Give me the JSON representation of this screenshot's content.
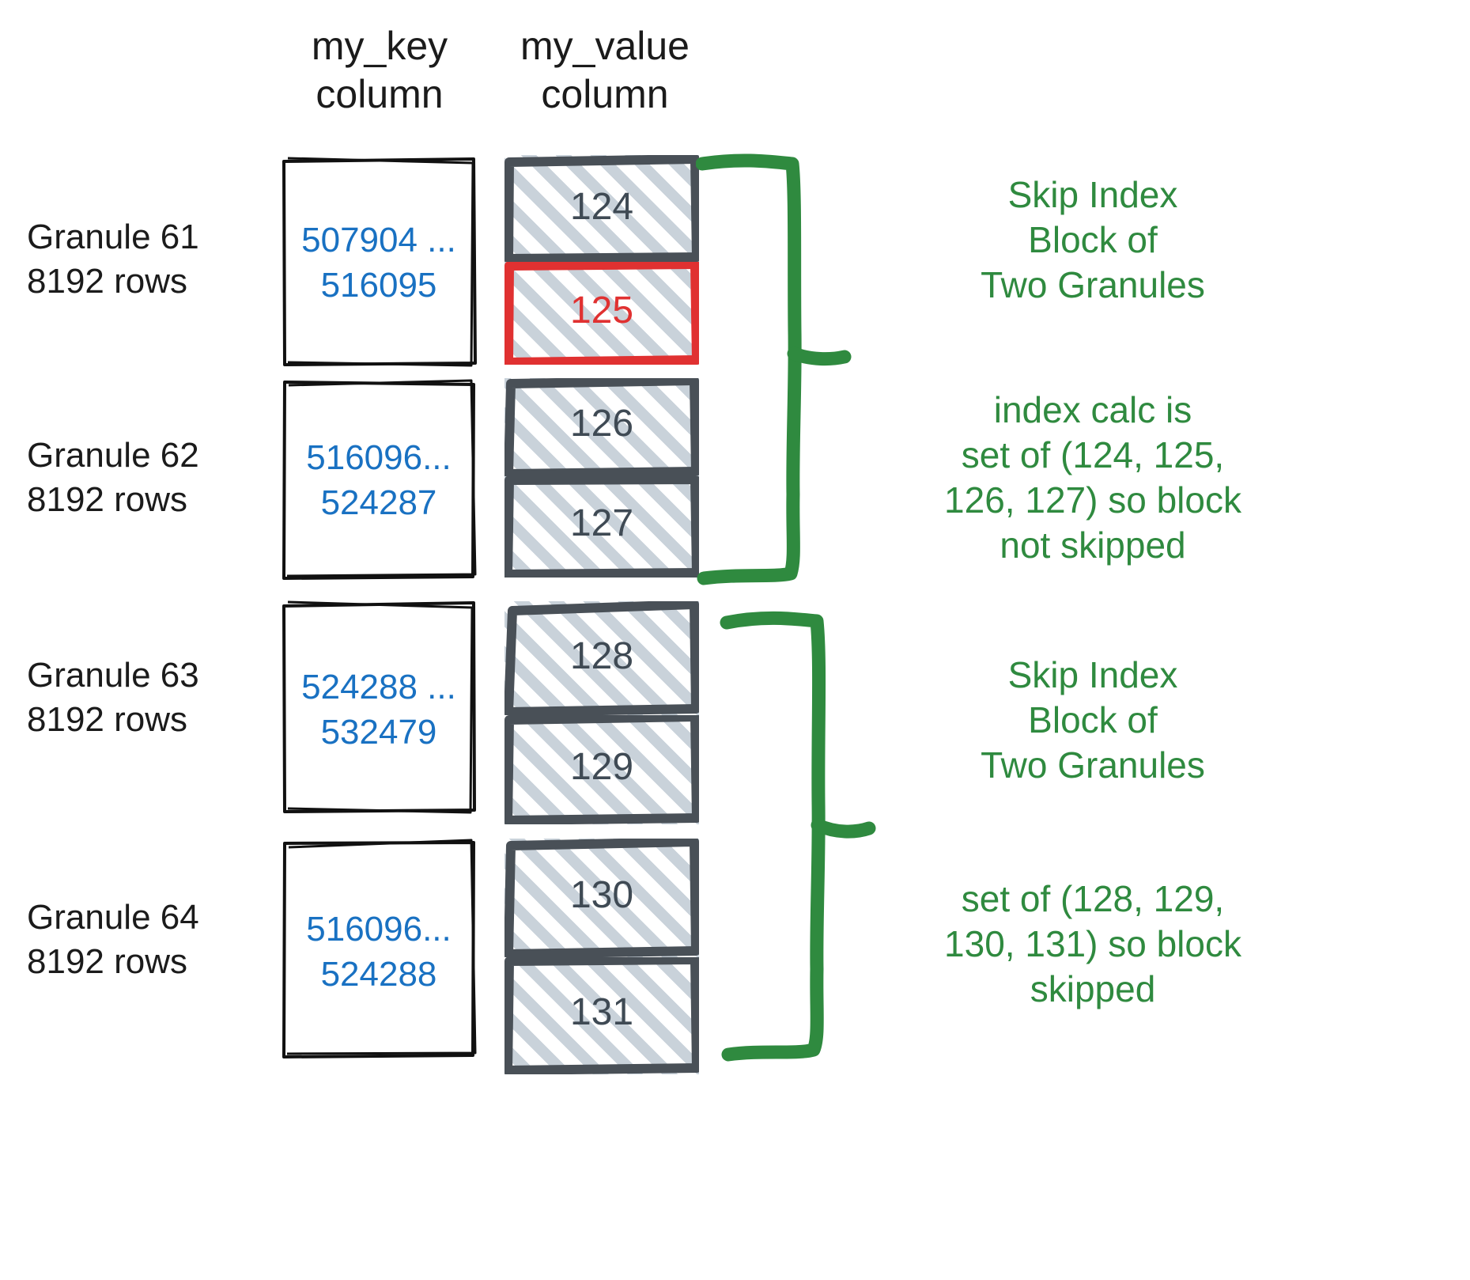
{
  "headers": {
    "key_column": "my_key\ncolumn",
    "value_column": "my_value\ncolumn"
  },
  "colors": {
    "key_text": "#1971c2",
    "value_text": "#3f4a54",
    "highlight": "#e03131",
    "annotation": "#2f8a3f",
    "box_stroke": "#495057",
    "hatch": "#c9d2da",
    "label_text": "#1b1b1b"
  },
  "granules": [
    {
      "label": "Granule 61\n8192 rows",
      "key_range": "507904 ...\n516095",
      "values": [
        {
          "text": "124",
          "highlighted": false
        },
        {
          "text": "125",
          "highlighted": true
        }
      ]
    },
    {
      "label": "Granule 62\n8192 rows",
      "key_range": "516096...\n524287",
      "values": [
        {
          "text": "126",
          "highlighted": false
        },
        {
          "text": "127",
          "highlighted": false
        }
      ]
    },
    {
      "label": "Granule 63\n8192 rows",
      "key_range": "524288 ...\n532479",
      "values": [
        {
          "text": "128",
          "highlighted": false
        },
        {
          "text": "129",
          "highlighted": false
        }
      ]
    },
    {
      "label": "Granule 64\n8192 rows",
      "key_range": "516096...\n524288",
      "values": [
        {
          "text": "130",
          "highlighted": false
        },
        {
          "text": "131",
          "highlighted": false
        }
      ]
    }
  ],
  "annotations": [
    {
      "text": "Skip Index\nBlock of\nTwo Granules"
    },
    {
      "text": "index calc is\nset of (124, 125,\n126, 127) so block\nnot skipped"
    },
    {
      "text": "Skip Index\nBlock of\nTwo Granules"
    },
    {
      "text": "set of (128, 129,\n130, 131) so block\nskipped"
    }
  ]
}
